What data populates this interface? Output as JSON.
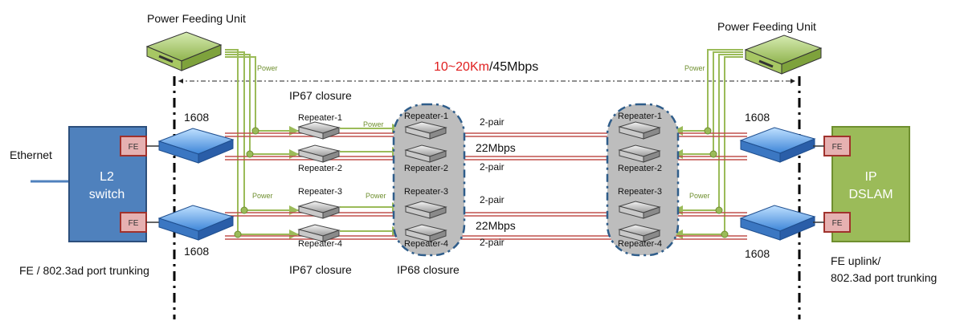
{
  "power_feeding_unit": {
    "left_label": "Power Feeding Unit",
    "right_label": "Power Feeding Unit"
  },
  "span": {
    "distance": "10~20Km",
    "rate": "/45Mbps"
  },
  "power_label": "Power",
  "l2_switch": {
    "line1": "L2",
    "line2": "switch",
    "ethernet_label": "Ethernet",
    "caption": "FE / 802.3ad port trunking"
  },
  "ip_dslam": {
    "line1": "IP",
    "line2": "DSLAM",
    "caption_line1": "FE uplink/",
    "caption_line2": "802.3ad port trunking"
  },
  "fe_label": "FE",
  "switch_1608": "1608",
  "ip67_label": "IP67 closure",
  "ip68_label": "IP68 closure",
  "repeaters": [
    "Repeater-1",
    "Repeater-2",
    "Repeater-3",
    "Repeater-4"
  ],
  "link_labels": {
    "two_pair": "2-pair",
    "rate": "22Mbps"
  },
  "colors": {
    "switch_box": "#4f81bd",
    "dslam_box": "#9bbb59",
    "fe_box": "#e6b1b1",
    "fe_border": "#a0322d",
    "power_line": "#9bbb59",
    "red_line": "#c0504d",
    "distance_text": "#e02020",
    "closure_fill": "#bdbdbd",
    "closure_border": "#2f5d8a"
  }
}
